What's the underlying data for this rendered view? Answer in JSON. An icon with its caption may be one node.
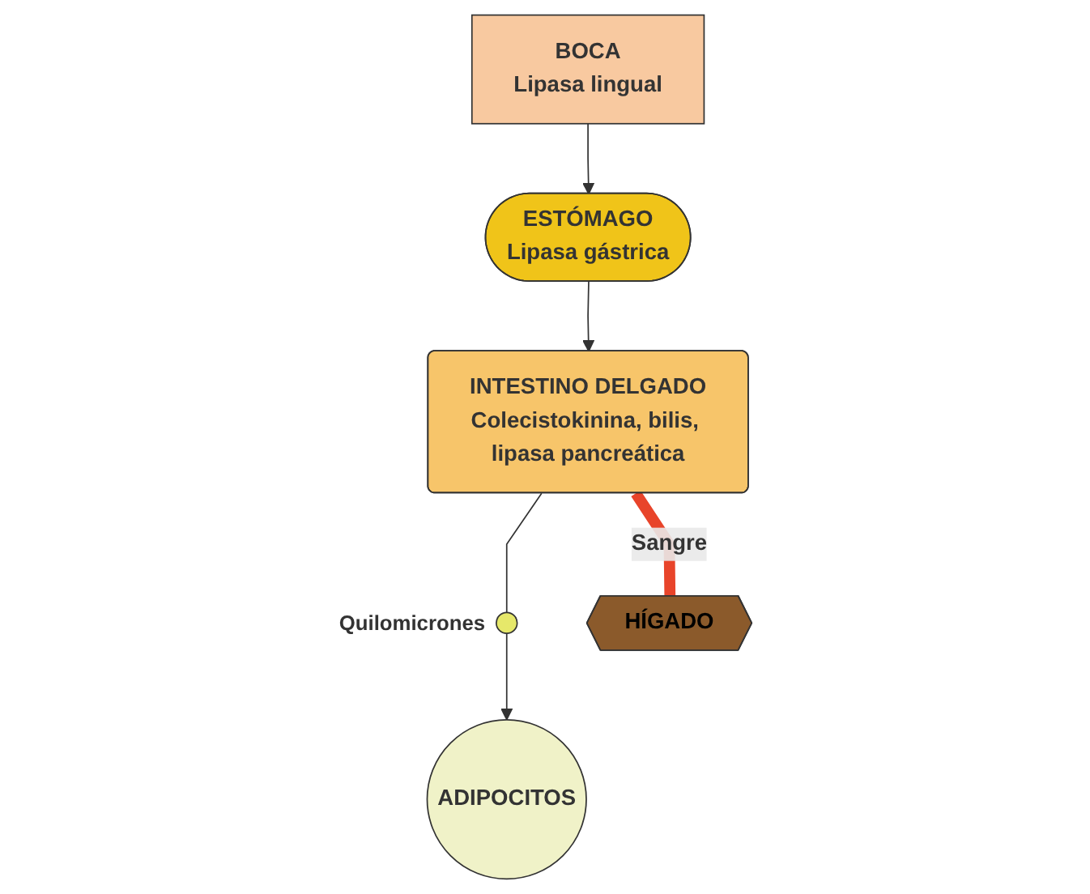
{
  "diagram": {
    "nodes": [
      {
        "text": [
          "BOCA",
          "Lipasa lingual"
        ]
      },
      {
        "text": [
          "ESTÓMAGO",
          "Lipasa gástrica"
        ]
      },
      {
        "text": [
          "INTESTINO DELGADO",
          "Colecistokinina, bilis, lipasa pancreática"
        ]
      },
      {
        "text": [],
        "shape": "circle",
        "beside": [
          "Quilomicrones"
        ]
      },
      {
        "text": [
          "ADIPOCITOS"
        ]
      },
      {
        "text": [
          "HÍGADO"
        ]
      }
    ],
    "edges": [
      {
        "from": 0,
        "to": 1,
        "arrow": "to"
      },
      {
        "from": 1,
        "to": 2,
        "arrow": "to"
      },
      {
        "from": 2,
        "to": 3,
        "arrow": "none"
      },
      {
        "from": 3,
        "to": 4,
        "arrow": "to"
      },
      {
        "from": 2,
        "to": 5,
        "arrow": "none",
        "label": "Sangre",
        "style": "thick",
        "color": "#e8442a"
      }
    ]
  }
}
